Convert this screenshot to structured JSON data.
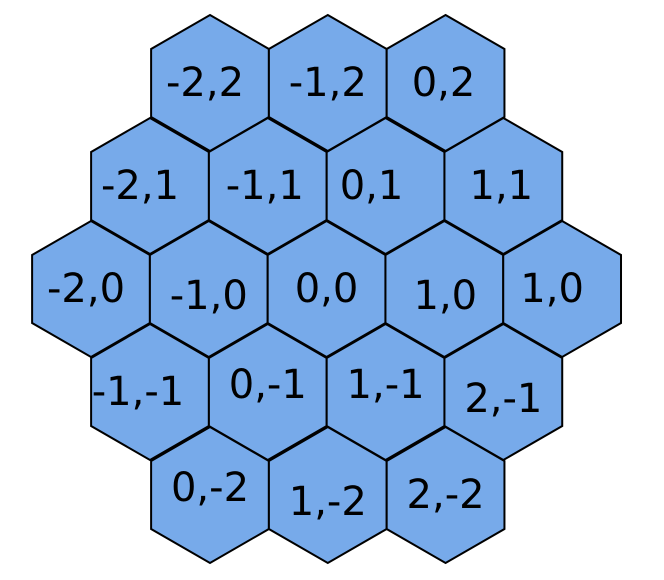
{
  "colors": {
    "hex_fill": "#77aaea",
    "hex_stroke": "#000000",
    "background": "#ffffff"
  },
  "hexes": [
    {
      "label": "-2,2"
    },
    {
      "label": "-1,2"
    },
    {
      "label": "0,2"
    },
    {
      "label": "-2,1"
    },
    {
      "label": "-1,1"
    },
    {
      "label": "0,1"
    },
    {
      "label": "1,1"
    },
    {
      "label": "-2,0"
    },
    {
      "label": "-1,0"
    },
    {
      "label": "0,0"
    },
    {
      "label": "1,0"
    },
    {
      "label": "1,0"
    },
    {
      "label": "-1,-1"
    },
    {
      "label": "0,-1"
    },
    {
      "label": "1,-1"
    },
    {
      "label": "2,-1"
    },
    {
      "label": "0,-2"
    },
    {
      "label": "1,-2"
    },
    {
      "label": "2,-2"
    }
  ]
}
